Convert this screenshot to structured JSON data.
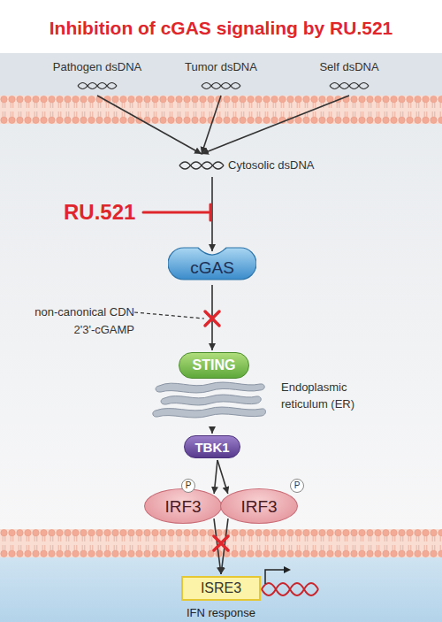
{
  "diagram": {
    "title": "Inhibition of cGAS signaling by RU.521",
    "nodes": [
      {
        "text": [
          "Pathogen dsDNA"
        ]
      },
      {
        "text": [
          "Tumor dsDNA"
        ]
      },
      {
        "text": [
          "Self dsDNA"
        ]
      },
      {
        "text": [
          "Cytosolic dsDNA"
        ]
      },
      {
        "text": [
          "cGAS"
        ]
      },
      {
        "text": [
          "STING"
        ]
      },
      {
        "text": [
          "Endoplasmic reticulum (ER)"
        ]
      },
      {
        "text": [
          "TBK1"
        ]
      },
      {
        "text": [
          "IRF3"
        ]
      },
      {
        "text": [
          "IRF3"
        ]
      },
      {
        "text": [
          "ISRE3"
        ]
      }
    ],
    "edges": [
      {
        "from": 0,
        "to": 3,
        "arrow": "to"
      },
      {
        "from": 1,
        "to": 3,
        "arrow": "to"
      },
      {
        "from": 2,
        "to": 3,
        "arrow": "to"
      },
      {
        "from": 3,
        "to": 4,
        "arrow": "to"
      },
      {
        "from": 4,
        "to": 5,
        "arrow": "to"
      },
      {
        "from": 6,
        "to": 7,
        "arrow": "to"
      },
      {
        "from": 7,
        "to": 8,
        "arrow": "to"
      },
      {
        "from": 7,
        "to": 9,
        "arrow": "to"
      },
      {
        "from": 8,
        "to": 10,
        "arrow": "to"
      },
      {
        "from": 9,
        "to": 10,
        "arrow": "to"
      }
    ],
    "labels": [
      "RU.521",
      "non-canonical CDN 2'3'-cGAMP",
      "P",
      "P",
      "IFN response"
    ]
  }
}
